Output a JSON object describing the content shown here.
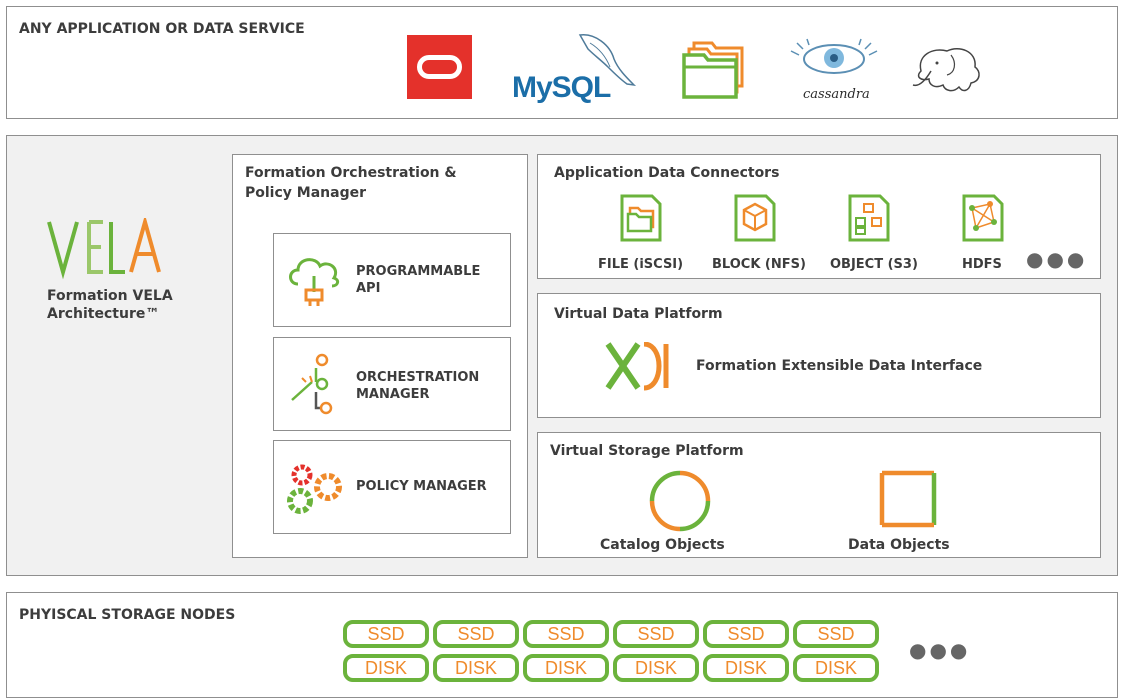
{
  "top": {
    "title": "ANY APPLICATION OR DATA SERVICE",
    "logos": [
      "oracle-logo",
      "mysql-logo",
      "files-icon",
      "cassandra-logo",
      "hadoop-elephant-logo"
    ],
    "mysql_text": "MySQL",
    "cassandra_text": "cassandra"
  },
  "vela": {
    "logo_text": "VELA",
    "caption_line1": "Formation VELA",
    "caption_line2": "Architecture™"
  },
  "orchestration": {
    "title_line1": "Formation Orchestration &",
    "title_line2": "Policy Manager",
    "items": [
      {
        "line1": "PROGRAMMABLE",
        "line2": "API"
      },
      {
        "line1": "ORCHESTRATION",
        "line2": "MANAGER"
      },
      {
        "line1": "POLICY MANAGER",
        "line2": ""
      }
    ]
  },
  "connectors": {
    "title": "Application Data Connectors",
    "items": [
      "FILE (iSCSI)",
      "BLOCK (NFS)",
      "OBJECT (S3)",
      "HDFS"
    ],
    "more": "●●●"
  },
  "vdp": {
    "title": "Virtual Data Platform",
    "xdi_text": "Formation Extensible Data Interface"
  },
  "vsp": {
    "title": "Virtual Storage Platform",
    "catalog_label": "Catalog Objects",
    "data_label": "Data Objects"
  },
  "storage": {
    "title": "PHYISCAL STORAGE NODES",
    "ssd_label": "SSD",
    "disk_label": "DISK",
    "more": "●●●"
  },
  "colors": {
    "green": "#6bb33c",
    "orange": "#ef8b2c",
    "red": "#e4312b",
    "border": "#8f8f8f",
    "panel_bg": "#f1f1f1"
  }
}
